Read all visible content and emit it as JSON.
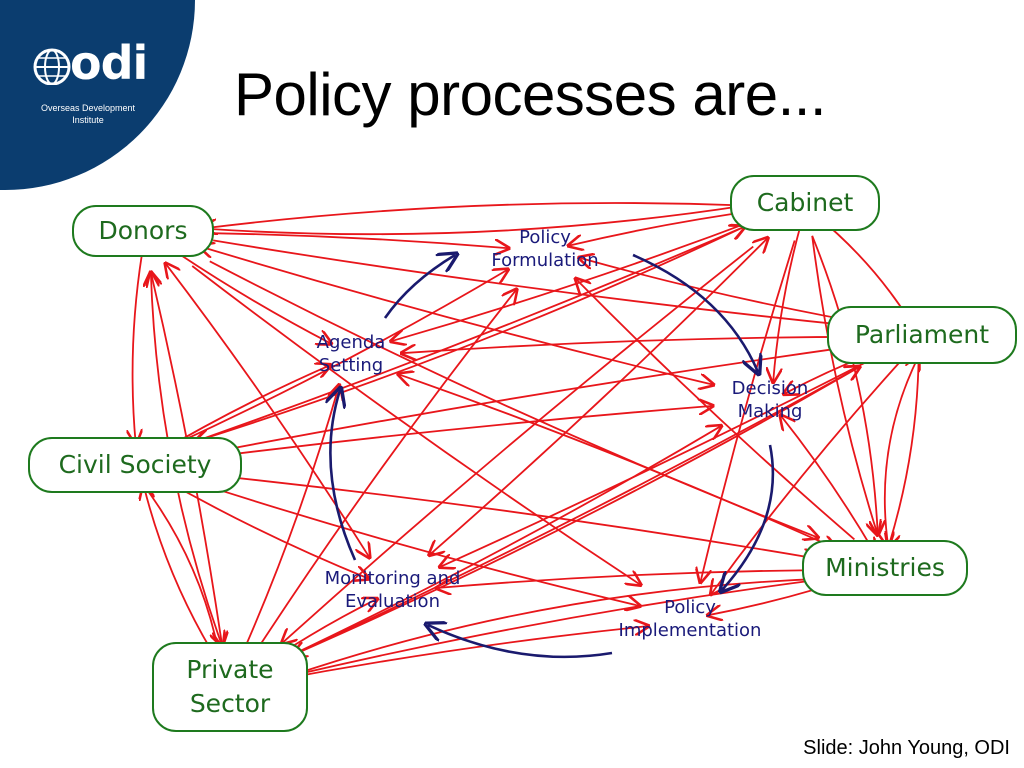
{
  "logo": {
    "word": "odi",
    "subtitle": "Overseas Development Institute",
    "brand_color": "#0b3d6f"
  },
  "title": "Policy processes are...",
  "actors": [
    {
      "id": "donors",
      "label": "Donors"
    },
    {
      "id": "cabinet",
      "label": "Cabinet"
    },
    {
      "id": "parliament",
      "label": "Parliament"
    },
    {
      "id": "civil-society",
      "label": "Civil Society"
    },
    {
      "id": "ministries",
      "label": "Ministries"
    },
    {
      "id": "private-sector",
      "label": "Private Sector"
    }
  ],
  "stages": [
    {
      "id": "policy-formulation",
      "label": "Policy Formulation"
    },
    {
      "id": "decision-making",
      "label": "Decision Making"
    },
    {
      "id": "policy-implementation",
      "label": "Policy Implementation"
    },
    {
      "id": "monitoring-evaluation",
      "label": "Monitoring and Evaluation"
    },
    {
      "id": "agenda-setting",
      "label": "Agenda Setting"
    }
  ],
  "colors": {
    "arrow": "#e8161b",
    "cycle": "#1a1a6e",
    "actor_border": "#1e7a1e",
    "actor_text": "#1e6a1e",
    "stage_text": "#1a1a7a"
  },
  "credit": "Slide: John Young, ODI"
}
